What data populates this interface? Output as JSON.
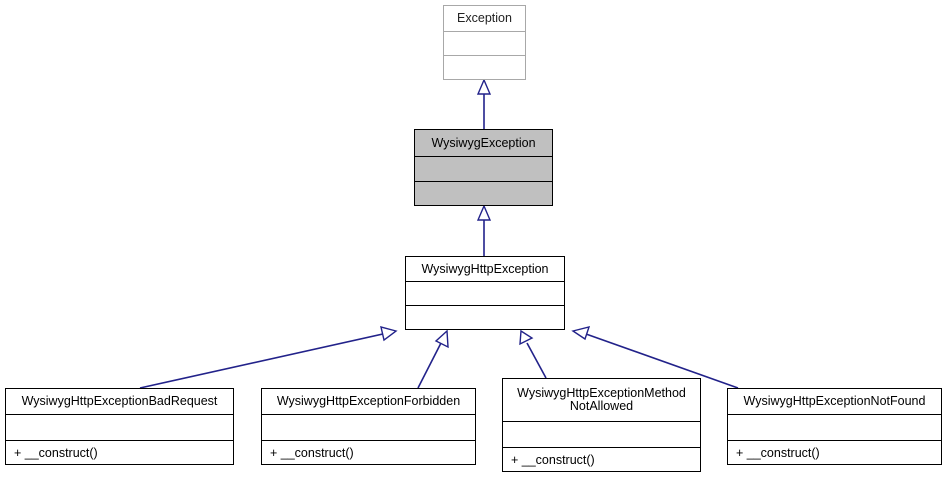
{
  "diagram": {
    "kind": "uml-class-inheritance",
    "accent_edge_color": "#22228a",
    "highlight_fill": "#c0c0c0",
    "external_border_color": "#a8a8a8",
    "border_color": "#000000",
    "background": "#ffffff"
  },
  "nodes": {
    "exception": {
      "name": "Exception",
      "attributes": [],
      "operations": [],
      "style": "external"
    },
    "wysiwyg_exception": {
      "name": "WysiwygException",
      "attributes": [],
      "operations": [],
      "style": "highlighted"
    },
    "wysiwyg_http_exception": {
      "name": "WysiwygHttpException",
      "attributes": [],
      "operations": [],
      "style": "normal"
    },
    "bad_request": {
      "name": "WysiwygHttpExceptionBadRequest",
      "attributes": [],
      "operations": [
        "+ __construct()"
      ],
      "style": "normal"
    },
    "forbidden": {
      "name": "WysiwygHttpExceptionForbidden",
      "attributes": [],
      "operations": [
        "+ __construct()"
      ],
      "style": "normal"
    },
    "method_not_allowed": {
      "name": "WysiwygHttpExceptionMethodNotAllowed",
      "name_line1": "WysiwygHttpExceptionMethod",
      "name_line2": "NotAllowed",
      "attributes": [],
      "operations": [
        "+ __construct()"
      ],
      "style": "normal"
    },
    "not_found": {
      "name": "WysiwygHttpExceptionNotFound",
      "attributes": [],
      "operations": [
        "+ __construct()"
      ],
      "style": "normal"
    }
  },
  "edges": [
    {
      "from": "wysiwyg_exception",
      "to": "exception",
      "type": "generalization"
    },
    {
      "from": "wysiwyg_http_exception",
      "to": "wysiwyg_exception",
      "type": "generalization"
    },
    {
      "from": "bad_request",
      "to": "wysiwyg_http_exception",
      "type": "generalization"
    },
    {
      "from": "forbidden",
      "to": "wysiwyg_http_exception",
      "type": "generalization"
    },
    {
      "from": "method_not_allowed",
      "to": "wysiwyg_http_exception",
      "type": "generalization"
    },
    {
      "from": "not_found",
      "to": "wysiwyg_http_exception",
      "type": "generalization"
    }
  ]
}
